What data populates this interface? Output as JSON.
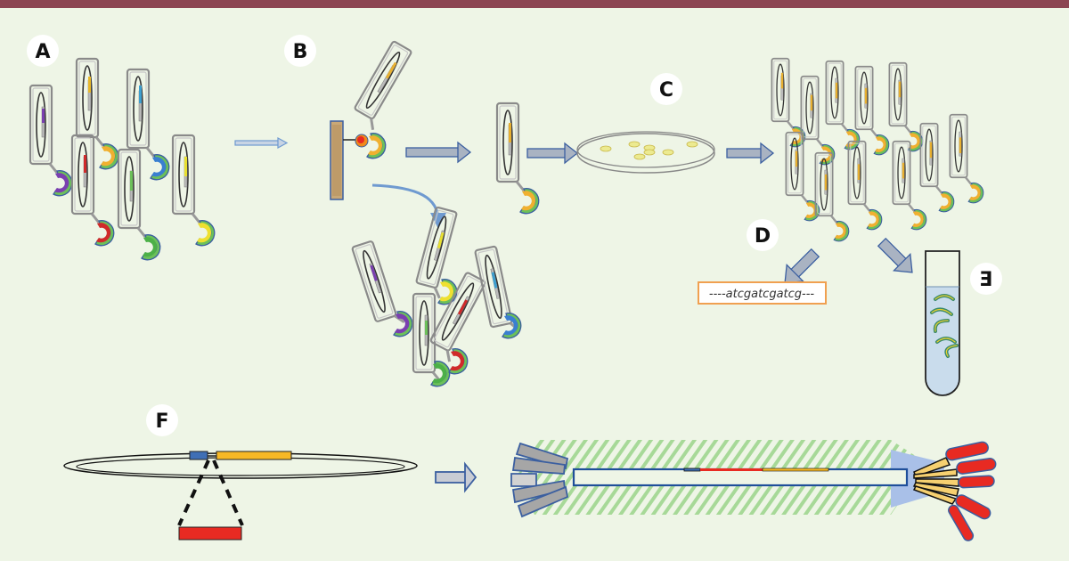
{
  "figure": {
    "header_color": "#8c4552",
    "background_color": "#eef5e6"
  },
  "panels": {
    "A": {
      "label": "A",
      "description": "Library of phages displaying varied antibody fragments"
    },
    "B": {
      "label": "B",
      "description": "Panning: binding to immobilized antigen; unbound phages washed away"
    },
    "C": {
      "label": "C",
      "description": "Infection and plating of selected phage clones"
    },
    "D": {
      "label": "D",
      "description": "Sequencing of selected clone",
      "sequence": "----atcgatcgatcg---"
    },
    "E": {
      "label": "E",
      "description": "Soluble antibody fragment production in tube"
    },
    "F": {
      "label": "F",
      "description": "Phagemid with inserted gene fragment and assembled phage particle"
    }
  },
  "colors": {
    "library_inserts": [
      "#7a3fb0",
      "#e8b829",
      "#3d9fd0",
      "#d02a2a",
      "#6cc05a",
      "#e8e030"
    ],
    "antibody_outer": "#6cc05a",
    "antibody_edge": "#3b5fa0",
    "selected_insert": "#e8b030",
    "phagemid_blue": "#3f6fb5",
    "phagemid_yellow": "#f7b825",
    "insert_red": "#e82a22",
    "sequence_box_border": "#f0a050"
  }
}
